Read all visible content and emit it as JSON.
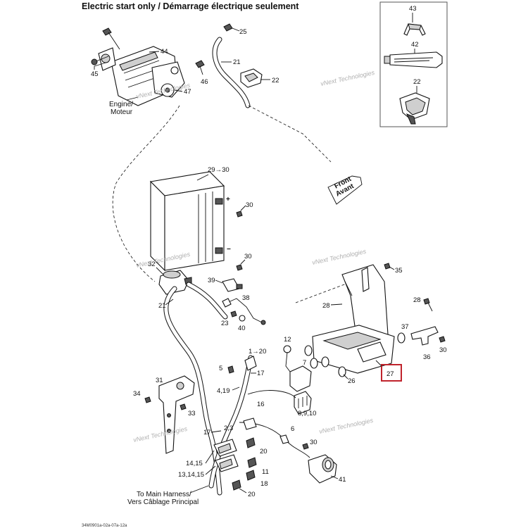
{
  "title": "Electric start only / Démarrage électrique seulement",
  "labels": {
    "engine_en": "Engine/",
    "engine_fr": "Moteur",
    "front_en": "Front",
    "front_fr": "Avant",
    "harness_en": "To Main Harness/",
    "harness_fr": "Vers Câblage Principal",
    "plus": "+",
    "minus": "−",
    "highlighted_part": "27"
  },
  "watermark": "vNext Technologies",
  "footer_code": "34M0901a-02a-07a-12a",
  "highlight_color": "#c0232c",
  "callouts": [
    "43",
    "42",
    "22",
    "25",
    "21",
    "22",
    "44",
    "45",
    "46",
    "47",
    "29→30",
    "30",
    "30",
    "32",
    "39",
    "38",
    "21",
    "23",
    "40",
    "35",
    "28",
    "28",
    "37",
    "30",
    "36",
    "26",
    "27",
    "12",
    "7",
    "8,9,10",
    "1→20",
    "5",
    "17",
    "4,19",
    "16",
    "31",
    "34",
    "33",
    "17",
    "2,3",
    "6",
    "30",
    "20",
    "14,15",
    "11",
    "13,14,15",
    "18",
    "20",
    "41"
  ]
}
